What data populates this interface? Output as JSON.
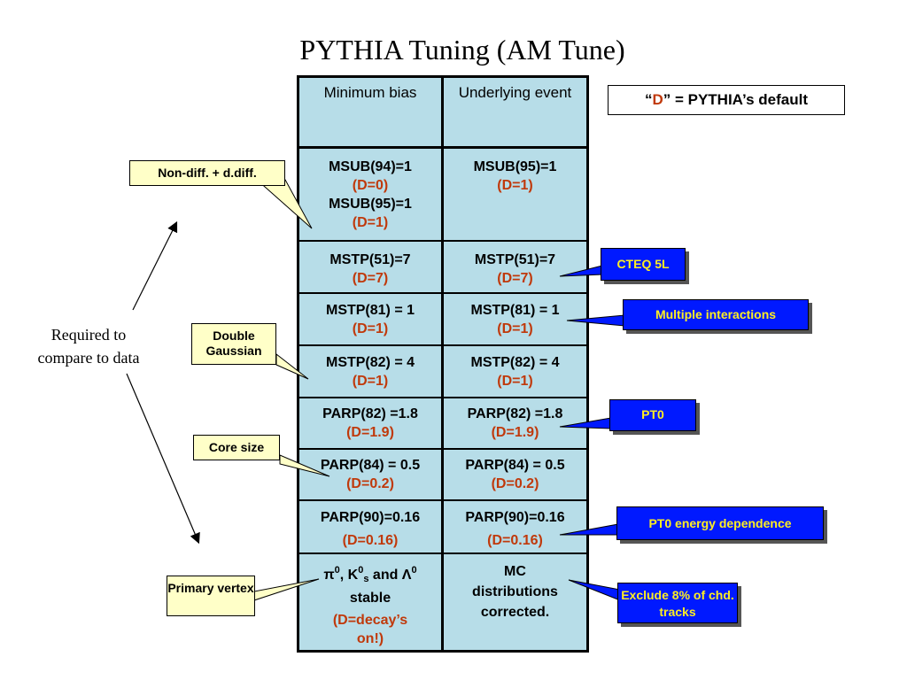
{
  "title": "PYTHIA Tuning (AM Tune)",
  "legend": {
    "quote_open": "“",
    "d": "D",
    "rest": "” = PYTHIA’s default"
  },
  "side_note": "Required to compare to data",
  "table": {
    "headers": [
      "Minimum bias",
      "Underlying event"
    ],
    "rows": [
      {
        "mb": [
          "MSUB(94)=1",
          "(D=0)",
          "MSUB(95)=1",
          "(D=1)"
        ],
        "ue": [
          "MSUB(95)=1",
          "(D=1)"
        ]
      },
      {
        "mb": [
          "MSTP(51)=7",
          "(D=7)"
        ],
        "ue": [
          "MSTP(51)=7",
          "(D=7)"
        ]
      },
      {
        "mb": [
          "MSTP(81) = 1",
          "(D=1)"
        ],
        "ue": [
          "MSTP(81) = 1",
          "(D=1)"
        ]
      },
      {
        "mb": [
          "MSTP(82) = 4",
          "(D=1)"
        ],
        "ue": [
          "MSTP(82) = 4",
          "(D=1)"
        ]
      },
      {
        "mb": [
          "PARP(82) =1.8",
          "(D=1.9)"
        ],
        "ue": [
          "PARP(82) =1.8",
          "(D=1.9)"
        ]
      },
      {
        "mb": [
          "PARP(84) = 0.5",
          "(D=0.2)"
        ],
        "ue": [
          "PARP(84) = 0.5",
          "(D=0.2)"
        ]
      },
      {
        "mb": [
          "PARP(90)=0.16",
          "(D=0.16)"
        ],
        "ue": [
          "PARP(90)=0.16",
          "(D=0.16)"
        ]
      },
      {
        "mb_special": {
          "pi": "π",
          "zero": "0",
          "k": ", K",
          "s": "s",
          "and": " and Λ",
          "zero2": "0",
          "stable": "stable",
          "default": "(D=decay’s on!)"
        },
        "ue": [
          "MC",
          "distributions",
          "corrected."
        ]
      }
    ]
  },
  "callouts": {
    "nondiff": "Non-diff. + d.diff.",
    "double_gaussian": "Double Gaussian",
    "core_size": "Core size",
    "primary_vertex": "Primary vertex",
    "cteq": "CTEQ 5L",
    "multiple_interactions": "Multiple interactions",
    "pt0": "PT0",
    "pt0_energy": "PT0 energy dependence",
    "exclude": "Exclude 8% of chd. tracks"
  },
  "colors": {
    "table_fill": "#b7dde8",
    "default_red": "#c0390b",
    "blue_callout": "#0019ff",
    "blue_text": "#ffee22",
    "yellow_callout": "#ffffc8"
  }
}
